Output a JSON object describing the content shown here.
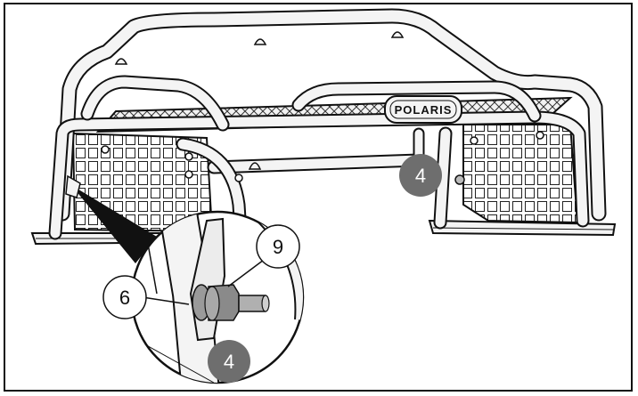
{
  "diagram": {
    "brand_badge": "POLARIS",
    "callouts": {
      "bracket_main": "4",
      "detail_bracket": "4",
      "washer": "6",
      "nut": "9"
    },
    "colors": {
      "outline": "#111111",
      "tube_fill": "#f4f4f4",
      "panel_fill": "#ececec",
      "callout_dark": "#6e6e6e",
      "callout_text_dark": "#ffffff",
      "callout_light": "#ffffff",
      "hardware": "#8a8a8a"
    },
    "icons": [
      "rack-assembly",
      "detail-magnifier",
      "bolt-nut-washer"
    ]
  }
}
